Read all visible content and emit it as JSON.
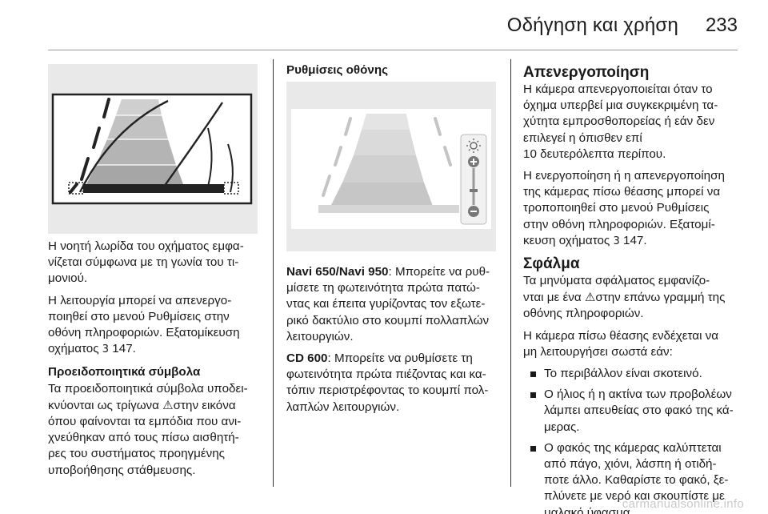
{
  "header": {
    "title": "Οδήγηση και χρήση",
    "page_number": "233"
  },
  "col1": {
    "p1": "Η νοητή λωρίδα του οχήματος εμφα-\nνίζεται σύμφωνα με τη γωνία του τι-\nμονιού.",
    "p2_text": "Η λειτουργία μπορεί να απενεργο-\nποιηθεί στο μενού Ρυθμίσεις στην\nοθόνη πληροφοριών. Εξατομίκευση\nοχήματος",
    "p2_ref": "147.",
    "heading": "Προειδοποιητικά σύμβολα",
    "p3_before": "Τα προειδοποιητικά σύμβολα υποδει-\nκνύονται ως τρίγωνα",
    "p3_after": "στην εικόνα\nόπου φαίνονται τα εμπόδια που ανι-\nχνεύθηκαν από τους πίσω αισθητή-\nρες του συστήματος προηγμένης\nυποβοήθησης στάθμευσης."
  },
  "col2": {
    "heading": "Ρυθμίσεις οθόνης",
    "p1_lead": "Navi 650/Navi 950",
    "p1_text": ": Μπορείτε να ρυθ-\nμίσετε τη φωτεινότητα πρώτα πατώ-\nντας και έπειτα γυρίζοντας τον εξωτε-\nρικό δακτύλιο στο κουμπί πολλαπλών\nλειτουργιών.",
    "p2_lead": "CD 600",
    "p2_text": ": Μπορείτε να ρυθμίσετε τη\nφωτεινότητα πρώτα πιέζοντας και κα-\nτόπιν περιστρέφοντας το κουμπί πολ-\nλαπλών λειτουργιών."
  },
  "col3": {
    "h1": "Απενεργοποίηση",
    "p1_text": "Η κάμερα απενεργοποιείται όταν το\nόχημα υπερβεί μια συγκεκριμένη τα-\nχύτητα εμπροσθοπορείας ή εάν δεν\nεπιλεγεί η όπισθεν επί\n10 δευτερόλεπτα περίπου.",
    "p2_text": "Η ενεργοποίηση ή η απενεργοποίηση\nτης κάμερας πίσω θέασης μπορεί να\nτροποποιηθεί στο μενού Ρυθμίσεις\nστην οθόνη πληροφοριών. Εξατομί-\nκευση οχήματος",
    "p2_ref": "147.",
    "h2": "Σφάλμα",
    "p3_before": "Τα μηνύματα σφάλματος εμφανίζο-\nνται με ένα",
    "p3_after": "στην επάνω γραμμή της\nοθόνης πληροφοριών.",
    "p4": "Η κάμερα πίσω θέασης ενδέχεται να\nμη λειτουργήσει σωστά εάν:",
    "bullets": [
      "Το περιβάλλον είναι σκοτεινό.",
      "Ο ήλιος ή η ακτίνα των προβολέων\nλάμπει απευθείας στο φακό της κά-\nμερας.",
      "Ο φακός της κάμερας καλύπτεται\nαπό πάγο, χιόνι, λάσπη ή οτιδή-\nποτε άλλο. Καθαρίστε το φακό, ξε-\nπλύνετε με νερό και σκουπίστε με\nμαλακό ύφασμα."
    ]
  },
  "symbols": {
    "ref": "3",
    "warning": "⚠"
  },
  "footer": {
    "watermark": "carmanualsonline.info"
  }
}
